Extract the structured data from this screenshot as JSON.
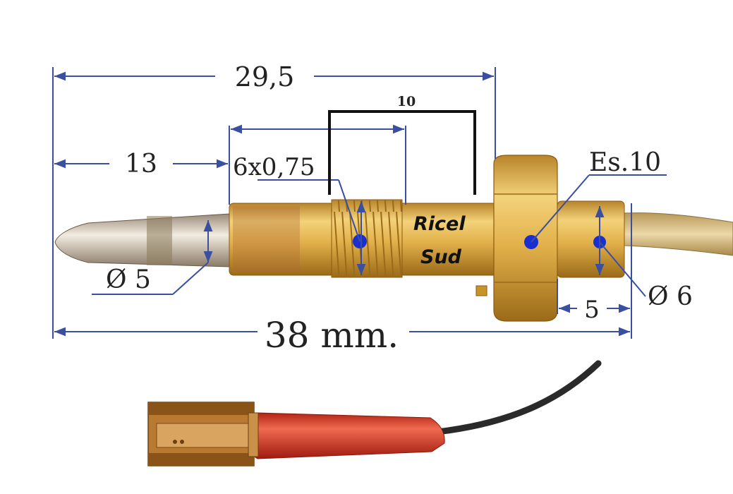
{
  "dimensions": {
    "overall_top": "29,5",
    "bracket_top": "10",
    "tip_length": "13",
    "thread": "6x0,75",
    "hex": "Es.10",
    "tip_diameter": "Ø 5",
    "shank_length": "5",
    "shank_diameter": "Ø 6",
    "total_length": "38 mm."
  },
  "brand": {
    "line1": "Ricel",
    "line2": "Sud"
  },
  "colors": {
    "dimension_line": "#3a4fa0",
    "marker": "#1a2fd0",
    "brass": "#d8a43a",
    "brass_dark": "#a8741a",
    "sleeve": "#d83a2a",
    "wire": "#2a2a2a"
  }
}
